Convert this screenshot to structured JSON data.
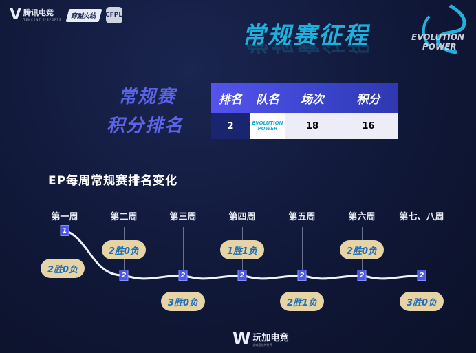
{
  "header": {
    "brand": "腾讯电竞",
    "brand_sub": "TENCENT E-SPORTS",
    "game_logo": "穿越火线",
    "league_logo": "CFPL",
    "title": "常规赛征程",
    "team_logo_text": "EVOLUTION POWER"
  },
  "standings": {
    "title_line1": "常规赛",
    "title_line2": "积分排名",
    "headers": [
      "排名",
      "队名",
      "场次",
      "积分"
    ],
    "row": {
      "rank": "2",
      "team": "EVOLUTION POWER",
      "matches": "18",
      "points": "16"
    }
  },
  "chart_data": {
    "type": "line",
    "title": "EP每周常规赛排名变化",
    "x": [
      "第一周",
      "第二周",
      "第三周",
      "第四周",
      "第五周",
      "第六周",
      "第七、八周"
    ],
    "ranks": [
      1,
      2,
      2,
      2,
      2,
      2,
      2
    ],
    "records": [
      "2胜0负",
      "2胜0负",
      "3胜0负",
      "1胜1负",
      "2胜1负",
      "2胜0负",
      "3胜0负"
    ]
  },
  "footer": {
    "brand": "玩加电竞",
    "slogan": "游戏竞技的世界"
  },
  "colors": {
    "accent": "#1fb0dc",
    "marker": "#4b55e6",
    "pill": "#e6d3a6"
  }
}
